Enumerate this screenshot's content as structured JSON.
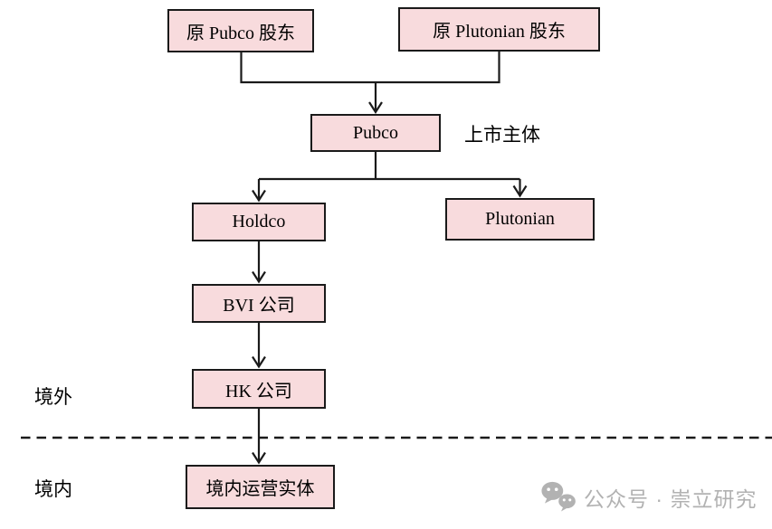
{
  "diagram": {
    "nodes": {
      "pubco_shareholders": "原 Pubco 股东",
      "plutonian_shareholders": "原 Plutonian 股东",
      "pubco": "Pubco",
      "holdco": "Holdco",
      "plutonian": "Plutonian",
      "bvi": "BVI 公司",
      "hk": "HK 公司",
      "domestic_entity": "境内运营实体"
    },
    "annotations": {
      "listed_entity": "上市主体",
      "offshore": "境外",
      "onshore": "境内"
    },
    "edges": [
      {
        "from": "pubco_shareholders",
        "to": "pubco"
      },
      {
        "from": "plutonian_shareholders",
        "to": "pubco"
      },
      {
        "from": "pubco",
        "to": "holdco"
      },
      {
        "from": "pubco",
        "to": "plutonian"
      },
      {
        "from": "holdco",
        "to": "bvi"
      },
      {
        "from": "bvi",
        "to": "hk"
      },
      {
        "from": "hk",
        "to": "domestic_entity"
      }
    ],
    "divider": {
      "style": "dashed",
      "separates": [
        "境外",
        "境内"
      ]
    },
    "colors": {
      "node_fill": "#f8dbdd",
      "node_border": "#1a1a1a",
      "connector": "#1a1a1a",
      "watermark_gray": "#b2b2b2"
    }
  },
  "watermark": {
    "icon": "wechat-icon",
    "text": "公众号 · 崇立研究"
  }
}
